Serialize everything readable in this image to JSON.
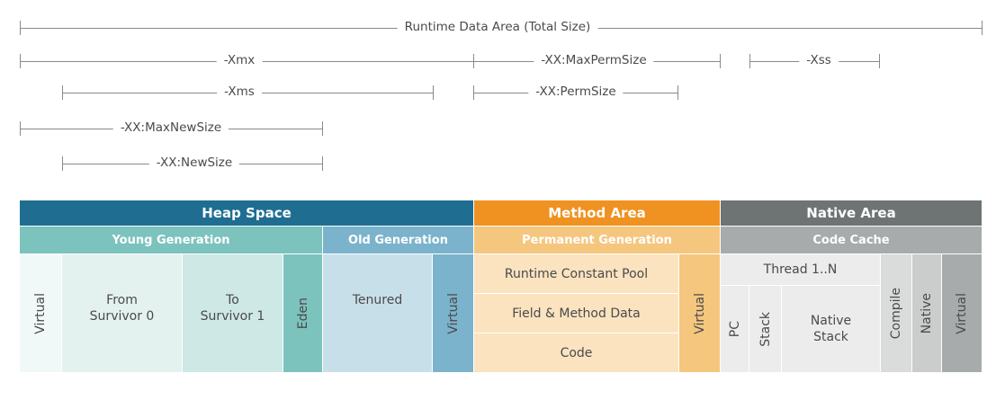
{
  "rulers": {
    "runtime_total": "Runtime Data Area (Total Size)",
    "xmx": "-Xmx",
    "max_perm_size": "-XX:MaxPermSize",
    "xss": "-Xss",
    "xms": "-Xms",
    "perm_size": "-XX:PermSize",
    "max_new_size": "-XX:MaxNewSize",
    "new_size": "-XX:NewSize"
  },
  "headers": {
    "heap_space": "Heap Space",
    "method_area": "Method Area",
    "native_area": "Native Area"
  },
  "subheaders": {
    "young_generation": "Young Generation",
    "old_generation": "Old Generation",
    "permanent_generation": "Permanent Generation",
    "code_cache": "Code Cache"
  },
  "cells": {
    "heap_virtual": "Virtual",
    "from_survivor": "From\nSurvivor 0",
    "to_survivor": "To\nSurvivor 1",
    "eden": "Eden",
    "tenured": "Tenured",
    "old_virtual": "Virtual",
    "runtime_constant_pool": "Runtime Constant Pool",
    "field_method_data": "Field & Method Data",
    "code": "Code",
    "method_virtual": "Virtual",
    "thread": "Thread 1..N",
    "pc": "PC",
    "stack": "Stack",
    "native_stack": "Native\nStack",
    "compile": "Compile",
    "native": "Native",
    "native_virtual": "Virtual"
  },
  "colors": {
    "heap_header": "#1f6e92",
    "method_header": "#ef9221",
    "native_header": "#6e7474",
    "young_generation": "#7cc2bd",
    "old_generation": "#7bb3cc",
    "permanent_generation": "#f5c67e",
    "code_cache": "#a7abab"
  }
}
